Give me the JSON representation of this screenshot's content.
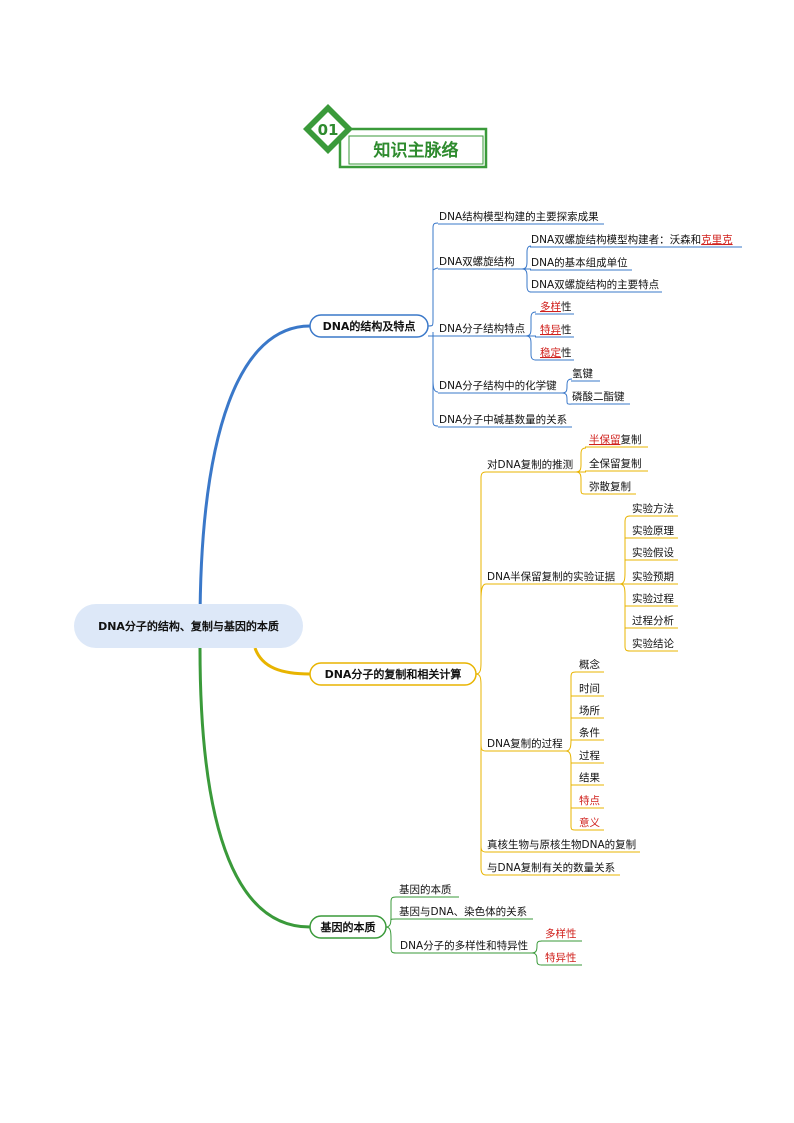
{
  "header": {
    "number": "01",
    "title": "知识主脉络",
    "color": "#3a9a3a"
  },
  "root": {
    "label": "DNA分子的结构、复制与基因的本质"
  },
  "branches": [
    {
      "label": "DNA的结构及特点",
      "color": "#3a78c9",
      "children": [
        {
          "label": "DNA结构模型构建的主要探索成果",
          "children": []
        },
        {
          "label": "DNA双螺旋结构",
          "children": [
            {
              "parts": [
                {
                  "text": "DNA双螺旋结构模型构建者：沃森和"
                },
                {
                  "text": "克里克",
                  "red": true,
                  "u": true
                }
              ]
            },
            {
              "parts": [
                {
                  "text": "DNA的基本组成单位"
                }
              ]
            },
            {
              "parts": [
                {
                  "text": "DNA双螺旋结构的主要特点"
                }
              ]
            }
          ]
        },
        {
          "label": "DNA分子结构特点",
          "children": [
            {
              "parts": [
                {
                  "text": "多样",
                  "red": true,
                  "u": true
                },
                {
                  "text": "性"
                }
              ]
            },
            {
              "parts": [
                {
                  "text": "特异",
                  "red": true,
                  "u": true
                },
                {
                  "text": "性"
                }
              ]
            },
            {
              "parts": [
                {
                  "text": "稳定",
                  "red": true,
                  "u": true
                },
                {
                  "text": "性"
                }
              ]
            }
          ]
        },
        {
          "label": "DNA分子结构中的化学键",
          "children": [
            {
              "parts": [
                {
                  "text": "氢键"
                }
              ]
            },
            {
              "parts": [
                {
                  "text": "磷酸二酯键"
                }
              ]
            }
          ]
        },
        {
          "label": "DNA分子中碱基数量的关系",
          "children": []
        }
      ]
    },
    {
      "label": "DNA分子的复制和相关计算",
      "color": "#e8b400",
      "children": [
        {
          "label": "对DNA复制的推测",
          "children": [
            {
              "parts": [
                {
                  "text": "半保留",
                  "red": true,
                  "u": true
                },
                {
                  "text": "复制"
                }
              ]
            },
            {
              "parts": [
                {
                  "text": "全保留复制"
                }
              ]
            },
            {
              "parts": [
                {
                  "text": "弥散复制"
                }
              ]
            }
          ]
        },
        {
          "label": "DNA半保留复制的实验证据",
          "children": [
            {
              "parts": [
                {
                  "text": "实验方法"
                }
              ]
            },
            {
              "parts": [
                {
                  "text": "实验原理"
                }
              ]
            },
            {
              "parts": [
                {
                  "text": "实验假设"
                }
              ]
            },
            {
              "parts": [
                {
                  "text": "实验预期"
                }
              ]
            },
            {
              "parts": [
                {
                  "text": "实验过程"
                }
              ]
            },
            {
              "parts": [
                {
                  "text": "过程分析"
                }
              ]
            },
            {
              "parts": [
                {
                  "text": "实验结论"
                }
              ]
            }
          ]
        },
        {
          "label": "DNA复制的过程",
          "children": [
            {
              "parts": [
                {
                  "text": "概念"
                }
              ]
            },
            {
              "parts": [
                {
                  "text": "时间"
                }
              ]
            },
            {
              "parts": [
                {
                  "text": "场所"
                }
              ]
            },
            {
              "parts": [
                {
                  "text": "条件"
                }
              ]
            },
            {
              "parts": [
                {
                  "text": "过程"
                }
              ]
            },
            {
              "parts": [
                {
                  "text": "结果"
                }
              ]
            },
            {
              "parts": [
                {
                  "text": "特点",
                  "red": true
                }
              ]
            },
            {
              "parts": [
                {
                  "text": "意义",
                  "red": true
                }
              ]
            }
          ]
        },
        {
          "label": "真核生物与原核生物DNA的复制",
          "children": []
        },
        {
          "label": "与DNA复制有关的数量关系",
          "children": []
        }
      ]
    },
    {
      "label": "基因的本质",
      "color": "#3a9a3a",
      "children": [
        {
          "label": "基因的本质",
          "children": []
        },
        {
          "label": "基因与DNA、染色体的关系",
          "children": []
        },
        {
          "label": "DNA分子的多样性和特异性",
          "children": [
            {
              "parts": [
                {
                  "text": "多样性",
                  "red": true
                }
              ]
            },
            {
              "parts": [
                {
                  "text": "特异性",
                  "red": true
                }
              ]
            }
          ]
        }
      ]
    }
  ]
}
